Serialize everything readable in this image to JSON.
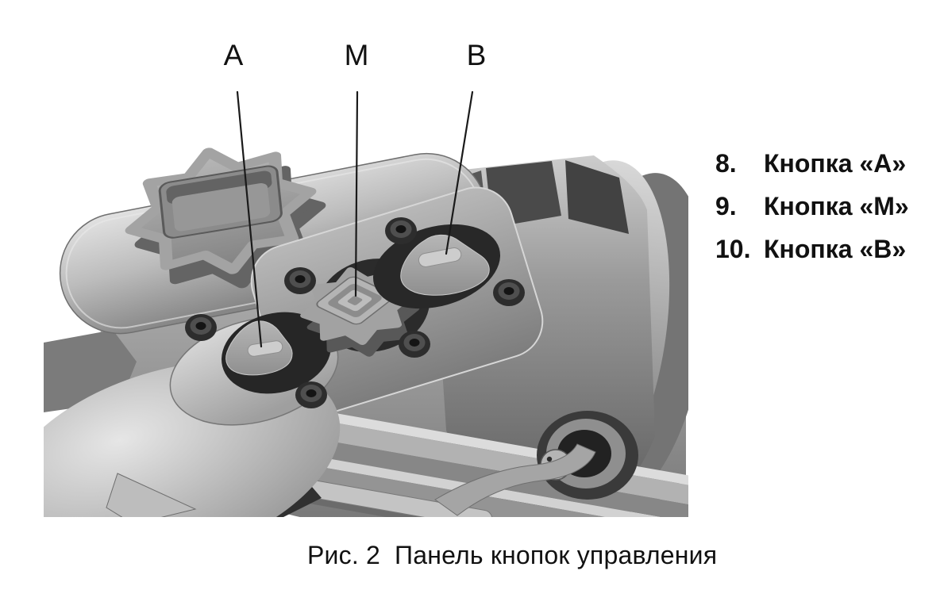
{
  "page": {
    "background": "#ffffff",
    "ink": "#111111"
  },
  "figure": {
    "illustration_name": "thermal-imager-top-view-button-panel",
    "callouts": [
      {
        "label": "A"
      },
      {
        "label": "M"
      },
      {
        "label": "B"
      }
    ],
    "legend": [
      {
        "number": "8.",
        "label": "Кнопка «А»"
      },
      {
        "number": "9.",
        "label": "Кнопка «М»"
      },
      {
        "number": "10.",
        "label": "Кнопка «В»"
      }
    ],
    "caption": {
      "prefix": "Рис. 2",
      "text": "Панель кнопок управления"
    }
  }
}
